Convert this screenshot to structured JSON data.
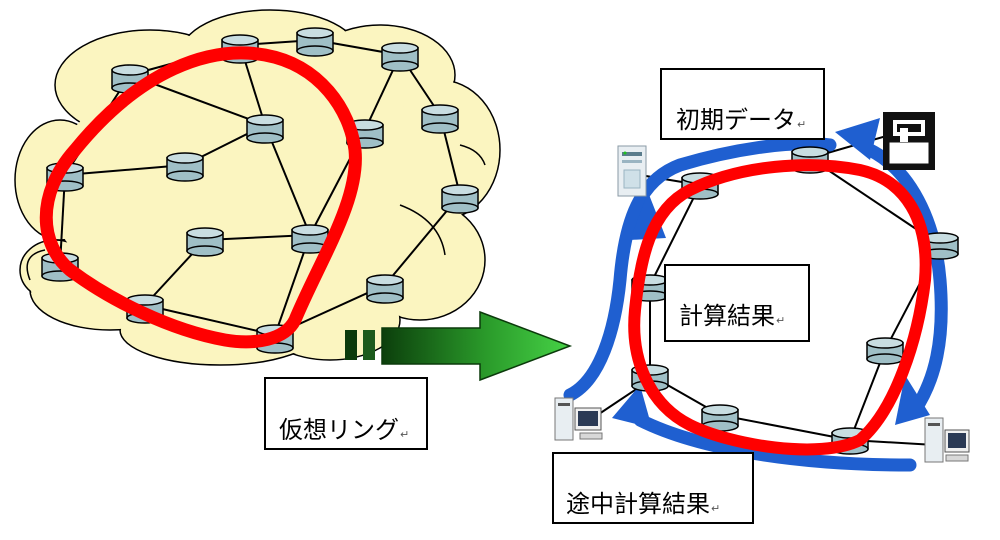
{
  "labels": {
    "virtual_ring": "仮想リング",
    "initial_data": "初期データ",
    "calc_result": "計算結果",
    "intermediate_result": "途中計算結果",
    "return_mark": "↵"
  },
  "colors": {
    "cloud_fill": "#fbf5c0",
    "node_fill": "#9fbfc6",
    "node_top": "#c8dde1",
    "ring_red": "#ff0000",
    "flow_blue": "#1f5fd0",
    "arrow_green": "#3ec23e",
    "arrow_dark": "#0b4a0b"
  },
  "icons": [
    "server-tower-icon",
    "printer-icon",
    "desktop-computer-icon",
    "desktop-computer-icon"
  ]
}
